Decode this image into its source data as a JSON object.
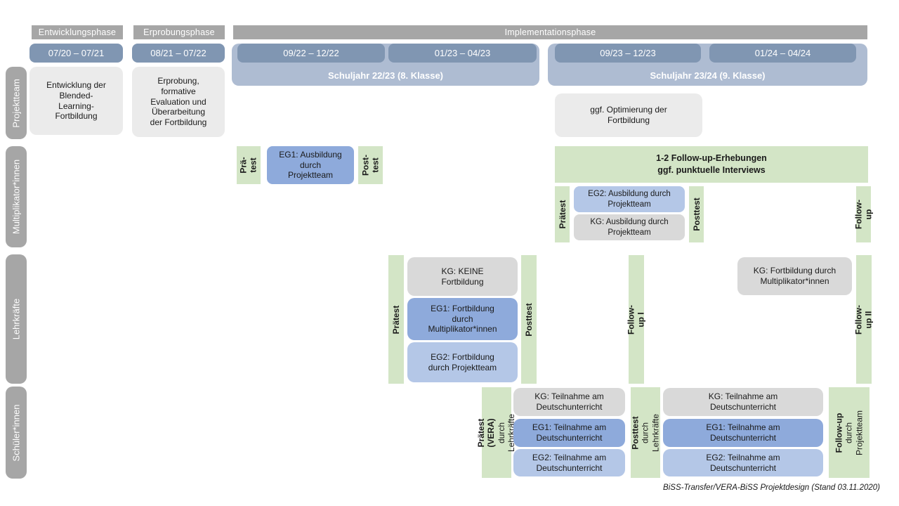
{
  "colors": {
    "phase_header_gray": "#A6A6A6",
    "row_label_gray": "#A6A6A6",
    "date_bar_blue": "#8096B2",
    "year_band_blue": "#AEBCD2",
    "light_gray_box": "#EBEBEB",
    "kg_gray_box": "#D9D9D9",
    "eg1_blue": "#8EAADB",
    "eg2_blue": "#B4C7E7",
    "green": "#D3E5C6",
    "text": "#1A1A1A",
    "white_text": "#FFFFFF"
  },
  "phases": {
    "entwicklung": "Entwicklungsphase",
    "erprobung": "Erprobungsphase",
    "implementation": "Implementationsphase"
  },
  "timeline": {
    "d1": "07/20 – 07/21",
    "d2": "08/21 – 07/22",
    "d3": "09/22 – 12/22",
    "d4": "01/23 – 04/23",
    "d5": "09/23 – 12/23",
    "d6": "01/24 – 04/24",
    "year1": "Schuljahr 22/23 (8. Klasse)",
    "year2": "Schuljahr 23/24 (9. Klasse)"
  },
  "row_labels": {
    "projektteam": "Projektteam",
    "multiplikatoren": "Multiplikator*innen",
    "lehrkraefte": "Lehrkräfte",
    "schueler": "Schüler*innen"
  },
  "projektteam": {
    "entwicklung": "Entwicklung der\nBlended-\nLearning-\nFortbildung",
    "erprobung": "Erprobung,\nformative\nEvaluation und\nÜberarbeitung\nder Fortbildung",
    "optimierung": "ggf. Optimierung der\nFortbildung"
  },
  "multiplikatoren": {
    "praetest_short": "Prä-\ntest",
    "eg1": "EG1: Ausbildung\ndurch\nProjektteam",
    "posttest_short": "Post-\ntest",
    "banner": "1-2 Follow-up-Erhebungen\nggf. punktuelle Interviews",
    "praetest": "Prätest",
    "eg2": "EG2: Ausbildung durch\nProjektteam",
    "kg": "KG: Ausbildung durch\nProjektteam",
    "posttest": "Posttest",
    "followup": "Follow-up"
  },
  "lehrkraefte": {
    "praetest": "Prätest",
    "kg": "KG: KEINE\nFortbildung",
    "eg1": "EG1: Fortbildung\ndurch\nMultiplikator*innen",
    "eg2": "EG2: Fortbildung\ndurch Projektteam",
    "posttest": "Posttest",
    "followup1": "Follow-up I",
    "kg2": "KG: Fortbildung durch\nMultiplikator*innen",
    "followup2": "Follow-up II"
  },
  "schueler": {
    "praetest_title": "Prätest (VERA)",
    "praetest_sub": "durch Lehrkräfte",
    "kg": "KG: Teilnahme am\nDeutschunterricht",
    "eg1": "EG1: Teilnahme am\nDeutschunterricht",
    "eg2": "EG2: Teilnahme am\nDeutschunterricht",
    "posttest_title": "Posttest",
    "posttest_sub": "durch Lehrkräfte",
    "followup_title": "Follow-up",
    "followup_sub": "durch\nProjektteam"
  },
  "footer": {
    "text": "BiSS-Transfer/VERA-BiSS Projektdesign (Stand 03.11.2020)"
  }
}
